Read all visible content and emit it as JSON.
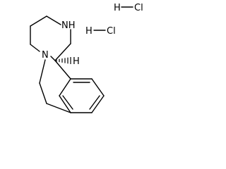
{
  "structure": {
    "ring_nitrogen_label": "N",
    "ring_nh_label": "NH",
    "stereo_h_label": "H"
  },
  "counterions": [
    {
      "h": "H",
      "cl": "Cl"
    },
    {
      "h": "H",
      "cl": "Cl"
    }
  ]
}
